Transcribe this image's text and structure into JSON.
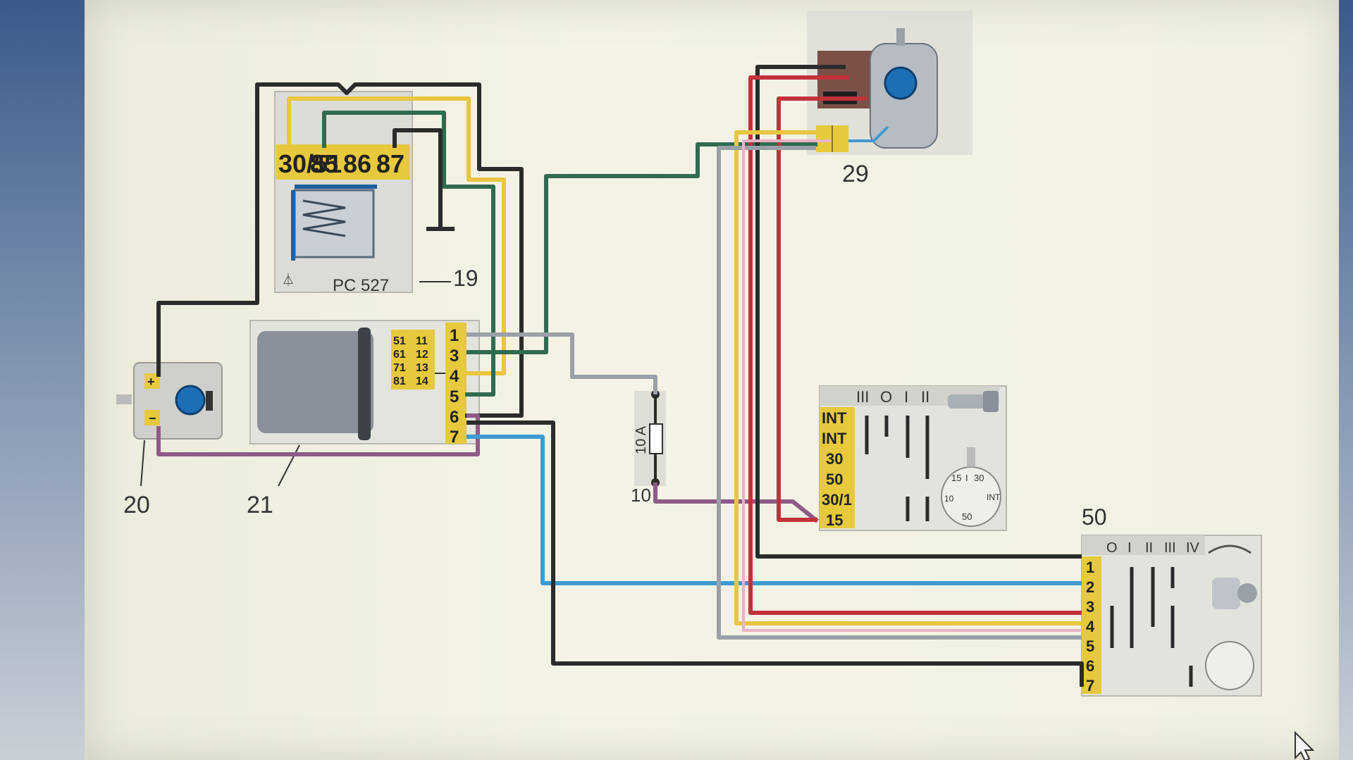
{
  "labels": {
    "relay_ref": "19",
    "wiper_motor_ref": "20",
    "timer_ref": "21",
    "washer_pump_ref": "29",
    "ignition_switch_ref": "10",
    "stalk_switch_ref": "50"
  },
  "relay": {
    "terminals": [
      "30/51",
      "85",
      "86",
      "87"
    ],
    "model": "PC 527"
  },
  "timer": {
    "internal_pins": [
      "51",
      "11",
      "61",
      "12",
      "71",
      "13",
      "81",
      "14"
    ],
    "terminals": [
      "1",
      "3",
      "4",
      "5",
      "6",
      "7"
    ]
  },
  "fuse": {
    "rating": "10 A"
  },
  "ignition_switch": {
    "positions": [
      "III",
      "O",
      "I",
      "II"
    ],
    "terminals": [
      "INT",
      "INT",
      "30",
      "50",
      "30/1",
      "15"
    ],
    "dial_labels": [
      "15",
      "I",
      "30",
      "INT",
      "50",
      "10"
    ]
  },
  "stalk_switch": {
    "positions": [
      "O",
      "I",
      "II",
      "III",
      "IV"
    ],
    "terminals": [
      "1",
      "2",
      "3",
      "4",
      "5",
      "6",
      "7"
    ]
  },
  "colors": {
    "black": "#2b2b2b",
    "yellow": "#e8c640",
    "green": "#2f6b4f",
    "red": "#c2323b",
    "violet": "#8e5a86",
    "blue": "#3d9bd0",
    "grey": "#9aa0a8",
    "connector_yellow": "#e6c93d",
    "motor_blue": "#1c6fb5"
  }
}
